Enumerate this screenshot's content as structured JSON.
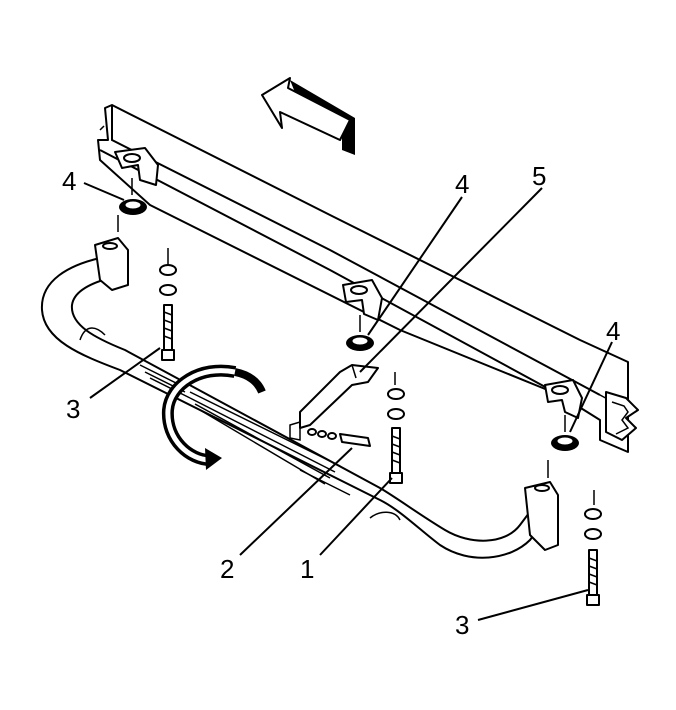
{
  "callouts": [
    {
      "id": "label-1",
      "text": "1"
    },
    {
      "id": "label-2",
      "text": "2"
    },
    {
      "id": "label-3a",
      "text": "3"
    },
    {
      "id": "label-3b",
      "text": "3"
    },
    {
      "id": "label-4a",
      "text": "4"
    },
    {
      "id": "label-4b",
      "text": "4"
    },
    {
      "id": "label-4c",
      "text": "4"
    },
    {
      "id": "label-5",
      "text": "5"
    }
  ],
  "icons": {
    "direction": "front-direction-arrow-icon",
    "rotate": "rotate-arrow-icon"
  }
}
